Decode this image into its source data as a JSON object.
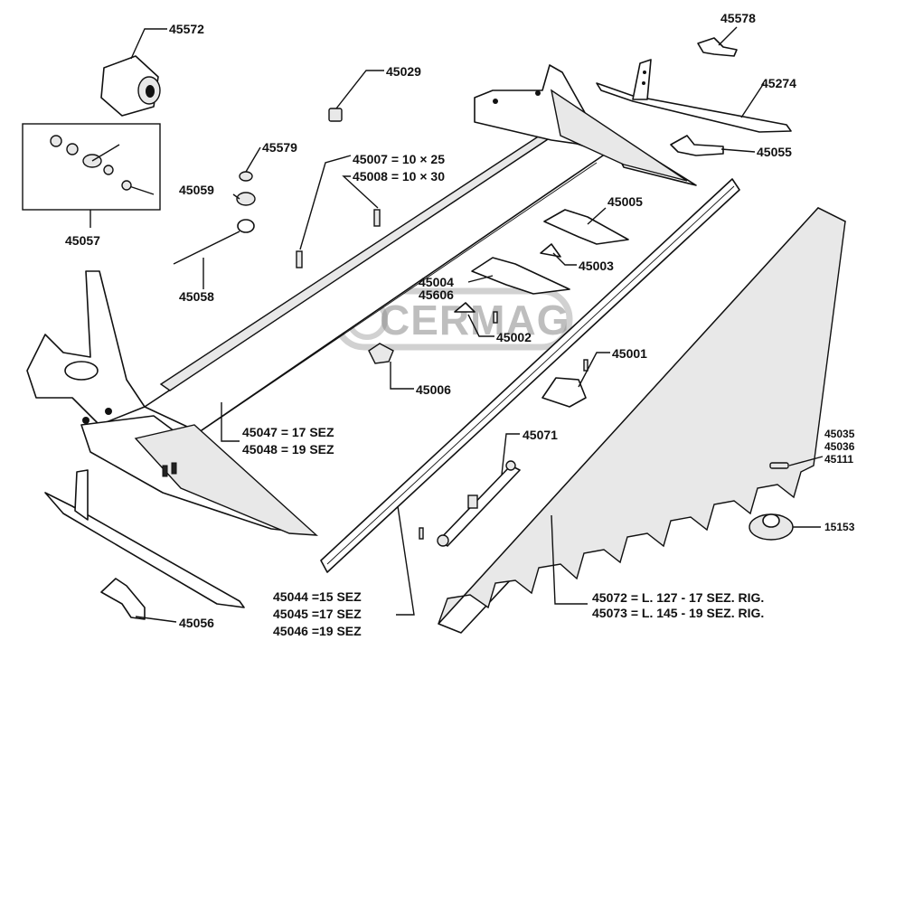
{
  "watermark": {
    "text": "CERMAG"
  },
  "labels": {
    "p45572": "45572",
    "p45029": "45029",
    "p45578": "45578",
    "p45274": "45274",
    "p45055": "45055",
    "p45579": "45579",
    "p45059": "45059",
    "p45057": "45057",
    "p45058": "45058",
    "p45007": "45007 = 10 × 25",
    "p45008": "45008 = 10 × 30",
    "p45005": "45005",
    "p45003": "45003",
    "p45004": "45004",
    "p45606": "45606",
    "p45002": "45002",
    "p45006": "45006",
    "p45001": "45001",
    "p45047": "45047 = 17 SEZ",
    "p45048": "45048 = 19 SEZ",
    "p45071": "45071",
    "p45035": "45035",
    "p45036": "45036",
    "p45111": "45111",
    "p15153": "15153",
    "p45044": "45044  =15 SEZ",
    "p45045": "45045  =17 SEZ",
    "p45046": "45046  =19 SEZ",
    "p45056": "45056",
    "p45072": "45072  =  L. 127 - 17 SEZ. RIG.",
    "p45073": "45073  =  L. 145 - 19 SEZ. RIG."
  }
}
